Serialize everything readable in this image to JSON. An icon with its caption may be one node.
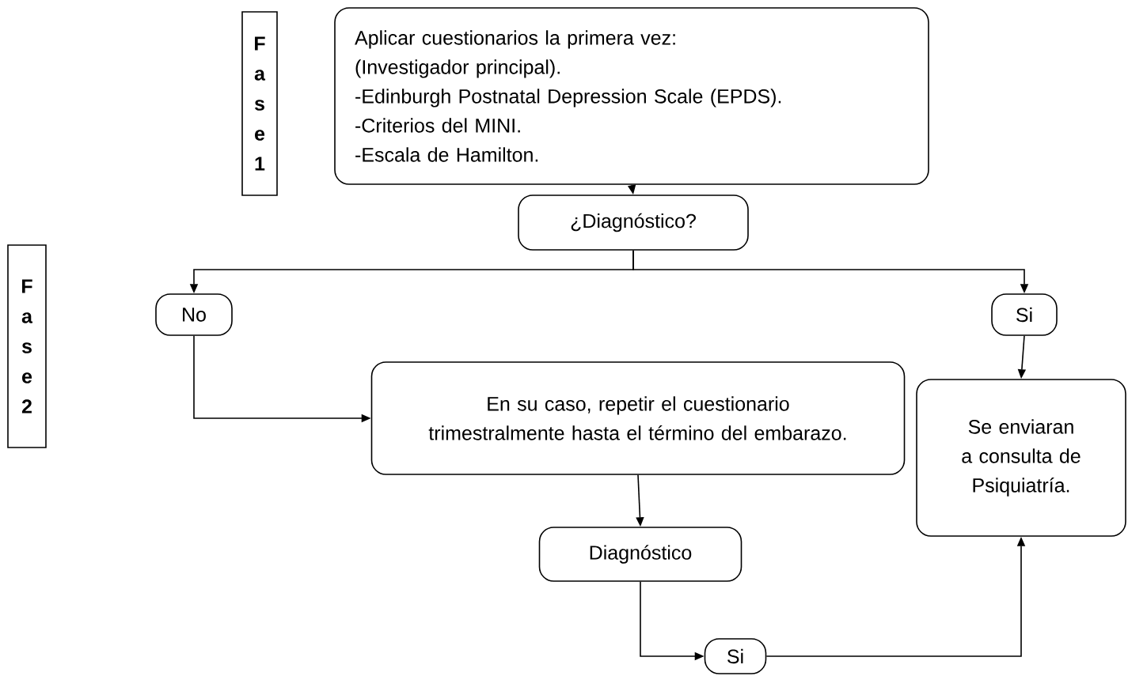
{
  "diagram": {
    "nodes": [
      {
        "text": [
          "F a s e 1"
        ]
      },
      {
        "text": [
          "Aplicar cuestionarios la primera vez:",
          "(Investigador principal).",
          "-Edinburgh Postnatal Depression Scale (EPDS).",
          "-Criterios del MINI.",
          "-Escala de Hamilton."
        ]
      },
      {
        "text": [
          "¿Diagnóstico?"
        ]
      },
      {
        "text": [
          "F a s e 2"
        ]
      },
      {
        "text": [
          "No"
        ]
      },
      {
        "text": [
          "Si"
        ]
      },
      {
        "text": [
          "En su caso, repetir el cuestionario trimestralmente hasta el término del embarazo."
        ]
      },
      {
        "text": [
          "Se enviaran a consulta de Psiquiatría."
        ]
      },
      {
        "text": [
          "Diagnóstico"
        ]
      },
      {
        "text": [
          "Si"
        ]
      }
    ],
    "edges": [
      {
        "from": 1,
        "to": 2,
        "arrow": "to"
      },
      {
        "from": 2,
        "to": 4,
        "arrow": "to"
      },
      {
        "from": 2,
        "to": 5,
        "arrow": "to"
      },
      {
        "from": 4,
        "to": 6,
        "arrow": "to"
      },
      {
        "from": 5,
        "to": 7,
        "arrow": "to"
      },
      {
        "from": 6,
        "to": 8,
        "arrow": "to"
      },
      {
        "from": 8,
        "to": 9,
        "arrow": "to"
      },
      {
        "from": 9,
        "to": 7,
        "arrow": "to"
      }
    ]
  }
}
